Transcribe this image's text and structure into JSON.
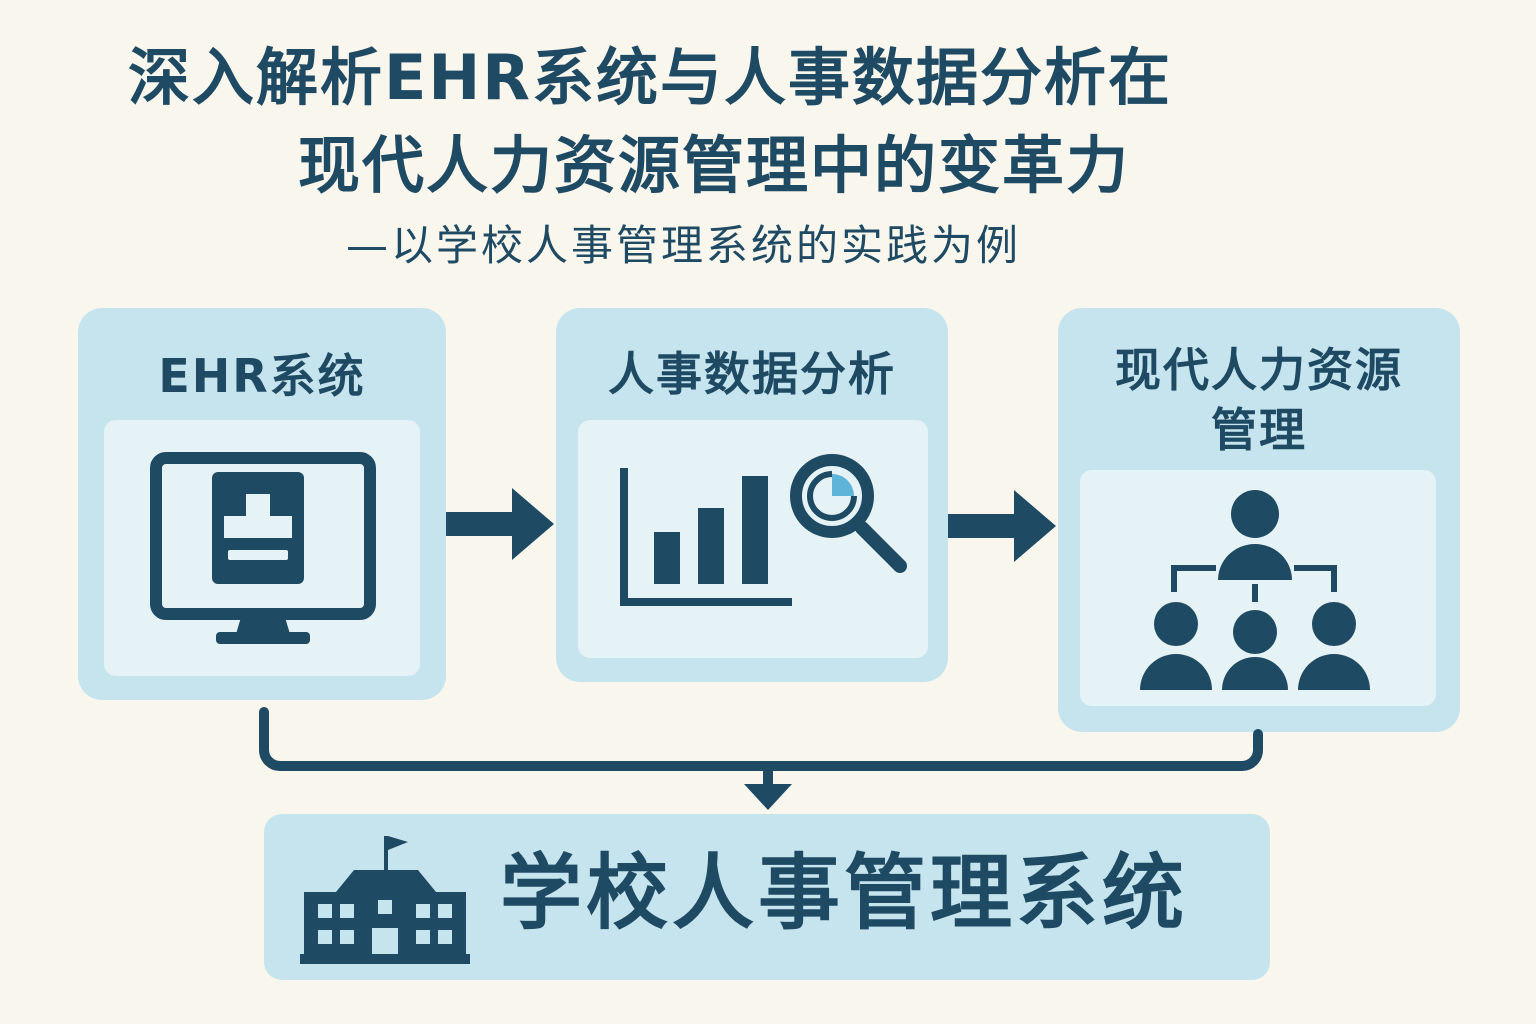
{
  "header": {
    "title_line1": "深入解析EHR系统与人事数据分析在",
    "title_line2": "现代人力资源管理中的变革力",
    "subtitle": "—以学校人事管理系统的实践为例"
  },
  "cards": [
    {
      "title": "EHR系统",
      "icon": "computer-medical-icon"
    },
    {
      "title": "人事数据分析",
      "icon": "bar-chart-magnifier-icon"
    },
    {
      "title_line1": "现代人力资源",
      "title_line2": "管理",
      "icon": "org-hierarchy-icon"
    }
  ],
  "bottom": {
    "label": "学校人事管理系统",
    "icon": "school-building-icon"
  },
  "colors": {
    "background": "#f9f6ee",
    "card": "#c6e4ee",
    "panel": "#e6f3f6",
    "primary": "#1f4a63",
    "accent": "#5fb4da"
  }
}
